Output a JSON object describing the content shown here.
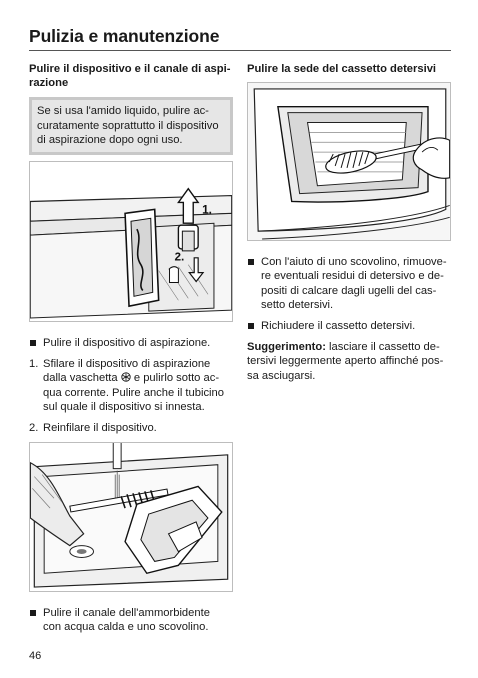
{
  "header": {
    "title": "Pulizia e manutenzione"
  },
  "left": {
    "heading_line1": "Pulire il dispositivo e il canale di aspi-",
    "heading_line2": "razione",
    "note": {
      "line1": "Se si usa l'amido liquido, pulire ac-",
      "line2": "curatamente soprattutto il dispositivo",
      "line3": "di aspirazione dopo ogni uso."
    },
    "figure1": {
      "label_step1": "1.",
      "label_step2": "2."
    },
    "bullet1": "Pulire il dispositivo di aspirazione.",
    "steps": [
      {
        "num": "1.",
        "line1": "Sfilare il dispositivo di aspirazione",
        "line2_pre": "dalla vaschetta ",
        "line2_post": " e pulirlo sotto ac-",
        "line3": "qua corrente. Pulire anche il tubicino",
        "line4": "sul quale il dispositivo si innesta."
      },
      {
        "num": "2.",
        "line1": "Reinfilare il dispositivo."
      }
    ],
    "bullet2": {
      "line1": "Pulire il canale dell'ammorbidente",
      "line2": "con acqua calda e uno scovolino."
    }
  },
  "right": {
    "heading": "Pulire la sede del cassetto detersivi",
    "bullet1": {
      "line1": "Con l'aiuto di uno scovolino, rimuove-",
      "line2": "re eventuali residui di detersivo e de-",
      "line3": "positi di calcare dagli ugelli del cas-",
      "line4": "setto detersivi."
    },
    "bullet2": "Richiudere il cassetto detersivi.",
    "tip": {
      "label": "Suggerimento:",
      "line1_rest": " lasciare il cassetto de-",
      "line2": "tersivi leggermente aperto affinché pos-",
      "line3": "sa asciugarsi."
    }
  },
  "footer": {
    "page_number": "46"
  }
}
